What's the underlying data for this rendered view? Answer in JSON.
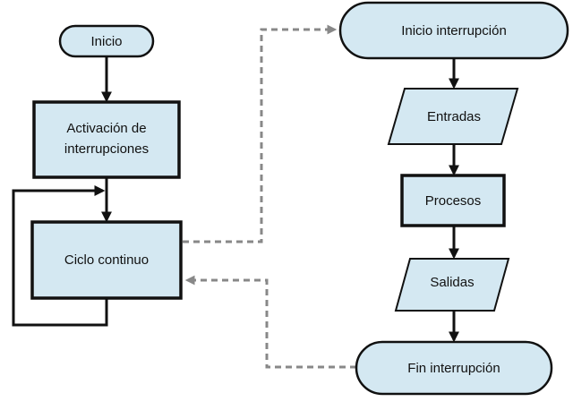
{
  "diagram": {
    "nodes": {
      "inicio": {
        "label": "Inicio",
        "shape": "terminator"
      },
      "activacion": {
        "label_line1": "Activación de",
        "label_line2": "interrupciones",
        "shape": "process"
      },
      "ciclo": {
        "label": "Ciclo continuo",
        "shape": "process"
      },
      "inicio_int": {
        "label": "Inicio interrupción",
        "shape": "terminator"
      },
      "entradas": {
        "label": "Entradas",
        "shape": "data"
      },
      "procesos": {
        "label": "Procesos",
        "shape": "process"
      },
      "salidas": {
        "label": "Salidas",
        "shape": "data"
      },
      "fin_int": {
        "label": "Fin interrupción",
        "shape": "terminator"
      }
    },
    "edges": [
      {
        "from": "inicio",
        "to": "activacion",
        "style": "solid"
      },
      {
        "from": "activacion",
        "to": "ciclo",
        "style": "solid"
      },
      {
        "from": "ciclo",
        "to": "ciclo",
        "style": "solid",
        "kind": "loop"
      },
      {
        "from": "ciclo",
        "to": "inicio_int",
        "style": "dashed"
      },
      {
        "from": "inicio_int",
        "to": "entradas",
        "style": "solid"
      },
      {
        "from": "entradas",
        "to": "procesos",
        "style": "solid"
      },
      {
        "from": "procesos",
        "to": "salidas",
        "style": "solid"
      },
      {
        "from": "salidas",
        "to": "fin_int",
        "style": "solid"
      },
      {
        "from": "fin_int",
        "to": "ciclo",
        "style": "dashed"
      }
    ],
    "colors": {
      "node_fill": "#d4e8f2",
      "stroke": "#111111",
      "dashed_connector": "#888888"
    }
  }
}
